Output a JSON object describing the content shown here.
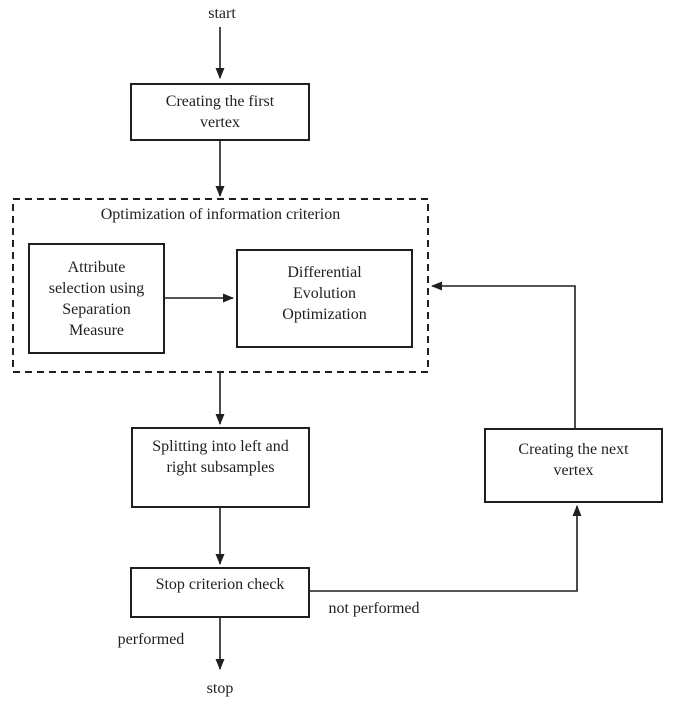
{
  "diagram": {
    "kind": "flowchart",
    "colors": {
      "background": "#ffffff",
      "line": "#1f1f1f",
      "text": "#1f1f1f"
    },
    "terminals": {
      "start": "start",
      "stop": "stop"
    },
    "group": {
      "title": "Optimization of information criterion",
      "border_style": "dashed"
    },
    "nodes": {
      "first_vertex": "Creating the first\nvertex",
      "attribute_selection": "Attribute\nselection using\nSeparation\nMeasure",
      "differential_evolution": "Differential\nEvolution\nOptimization",
      "splitting": "Splitting into left and\nright subsamples",
      "stop_check": "Stop criterion check",
      "next_vertex": "Creating the next\nvertex"
    },
    "edge_labels": {
      "performed": "performed",
      "not_performed": "not performed"
    },
    "edges": [
      {
        "from": "start",
        "to": "first_vertex",
        "label": ""
      },
      {
        "from": "first_vertex",
        "to": "optimization_group",
        "label": ""
      },
      {
        "from": "attribute_selection",
        "to": "differential_evolution",
        "label": ""
      },
      {
        "from": "optimization_group",
        "to": "splitting",
        "label": ""
      },
      {
        "from": "splitting",
        "to": "stop_check",
        "label": ""
      },
      {
        "from": "stop_check",
        "to": "next_vertex",
        "label": "not performed"
      },
      {
        "from": "next_vertex",
        "to": "differential_evolution",
        "label": ""
      },
      {
        "from": "stop_check",
        "to": "stop",
        "label": "performed"
      }
    ]
  }
}
